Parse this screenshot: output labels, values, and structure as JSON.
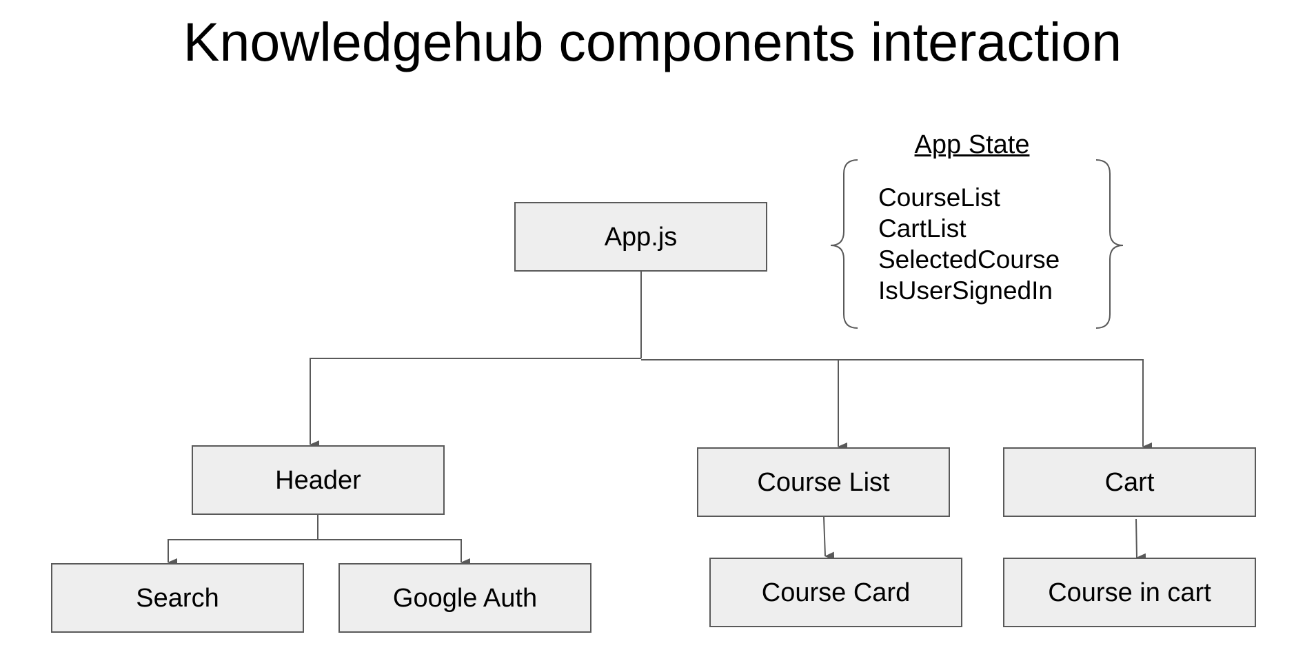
{
  "title": "Knowledgehub components interaction",
  "app_state": {
    "heading": "App State",
    "items": [
      "CourseList",
      "CartList",
      "SelectedCourse",
      "IsUserSignedIn"
    ]
  },
  "nodes": {
    "app": "App.js",
    "header": "Header",
    "course_list": "Course List",
    "cart": "Cart",
    "search": "Search",
    "google_auth": "Google Auth",
    "course_card": "Course Card",
    "course_in_cart": "Course in cart"
  },
  "colors": {
    "node_fill": "#eeeeee",
    "node_border": "#595959",
    "connector": "#595959",
    "text": "#000000"
  }
}
